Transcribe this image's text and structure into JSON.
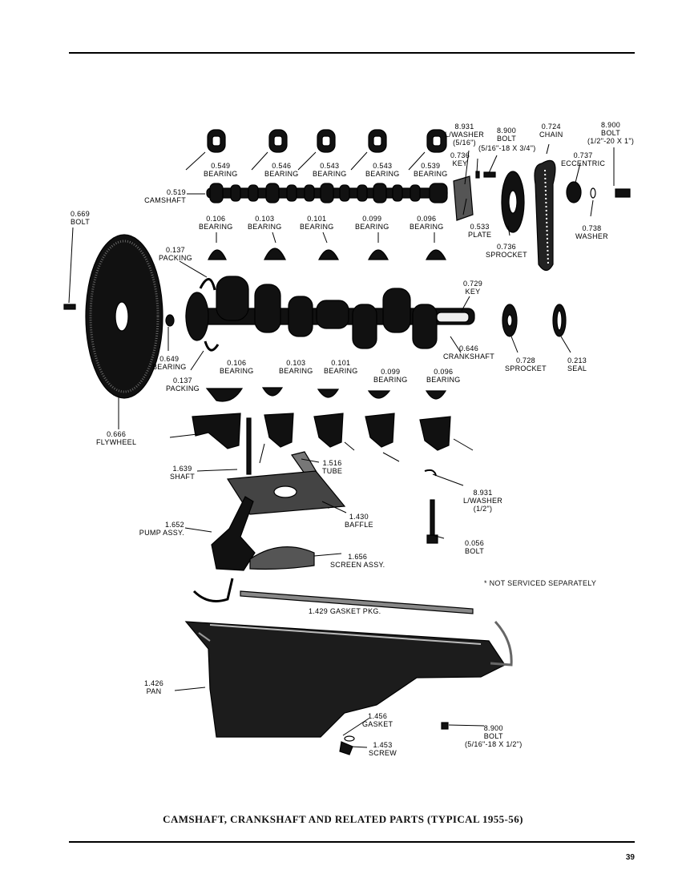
{
  "caption": "CAMSHAFT, CRANKSHAFT AND RELATED PARTS (TYPICAL 1955-56)",
  "page_number": "39",
  "note": "* NOT SERVICED SEPARATELY",
  "labels": {
    "l_8931_lw_top": [
      "8.931",
      "L/WASHER",
      "(5/16\")"
    ],
    "l_8900_bolt_top": [
      "8.900",
      "BOLT"
    ],
    "l_8900_bolt_spec": "(5/16\"-18 X 3/4\")",
    "l_0724_chain": [
      "0.724",
      "CHAIN"
    ],
    "l_8900_bolt_right": [
      "8.900",
      "BOLT",
      "(1/2\"-20 X 1\")"
    ],
    "l_0736_key": [
      "0.736",
      "KEY"
    ],
    "l_0737_eccentric": [
      "0.737",
      "ECCENTRIC"
    ],
    "l_0549": [
      "0.549",
      "BEARING"
    ],
    "l_0546": [
      "0.546",
      "BEARING"
    ],
    "l_0543a": [
      "0.543",
      "BEARING"
    ],
    "l_0543b": [
      "0.543",
      "BEARING"
    ],
    "l_0539": [
      "0.539",
      "BEARING"
    ],
    "l_0519": [
      "0.519",
      "CAMSHAFT"
    ],
    "l_0669": [
      "0.669",
      "BOLT"
    ],
    "l_0106a": [
      "0.106",
      "BEARING"
    ],
    "l_0103a": [
      "0.103",
      "BEARING"
    ],
    "l_0101a": [
      "0.101",
      "BEARING"
    ],
    "l_0099a": [
      "0.099",
      "BEARING"
    ],
    "l_0096a": [
      "0.096",
      "BEARING"
    ],
    "l_0533": [
      "0.533",
      "PLATE"
    ],
    "l_0738": [
      "0.738",
      "WASHER"
    ],
    "l_0137a": [
      "0.137",
      "PACKING"
    ],
    "l_0736_sprocket": [
      "0.736",
      "SPROCKET"
    ],
    "l_0729": [
      "0.729",
      "KEY"
    ],
    "l_0646": [
      "0.646",
      "CRANKSHAFT"
    ],
    "l_0728": [
      "0.728",
      "SPROCKET"
    ],
    "l_0213": [
      "0.213",
      "SEAL"
    ],
    "l_0649": [
      "0.649",
      "BEARING"
    ],
    "l_0137b": [
      "0.137",
      "PACKING"
    ],
    "l_0106b": [
      "0.106",
      "BEARING"
    ],
    "l_0103b": [
      "0.103",
      "BEARING"
    ],
    "l_0101b": [
      "0.101",
      "BEARING"
    ],
    "l_0099b": [
      "0.099",
      "BEARING"
    ],
    "l_0096b": [
      "0.096",
      "BEARING"
    ],
    "l_0666": [
      "0.666",
      "FLYWHEEL"
    ],
    "l_1639": [
      "1.639",
      "SHAFT"
    ],
    "l_1516": [
      "1.516",
      "TUBE"
    ],
    "l_8931_lw_bot": [
      "8.931",
      "L/WASHER",
      "(1/2\")"
    ],
    "l_1430": [
      "1.430",
      "BAFFLE"
    ],
    "l_1652": [
      "1.652",
      "PUMP ASSY."
    ],
    "l_0056": [
      "0.056",
      "BOLT"
    ],
    "l_1656": [
      "1.656",
      "SCREEN ASSY."
    ],
    "l_1429": "1.429 GASKET PKG.",
    "l_1426": [
      "1.426",
      "PAN"
    ],
    "l_1456": [
      "1.456",
      "GASKET"
    ],
    "l_8900_bolt_bot": [
      "8.900",
      "BOLT",
      "(5/16\"-18 X 1/2\")"
    ],
    "l_1453": [
      "1.453",
      "SCREW"
    ]
  }
}
